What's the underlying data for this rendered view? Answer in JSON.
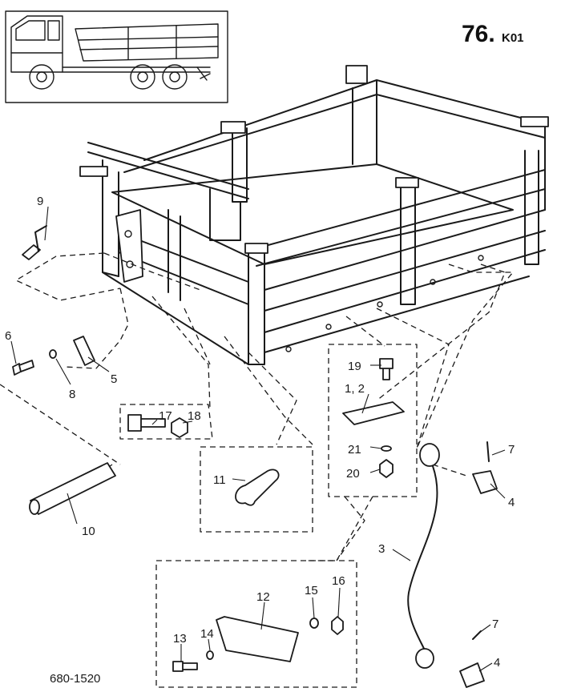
{
  "header": {
    "page_number": "76.",
    "page_suffix": "K01"
  },
  "footer": {
    "drawing_reference": "680-1520"
  },
  "callouts": {
    "p1_2": "1, 2",
    "p3": "3",
    "p4a": "4",
    "p4b": "4",
    "p5": "5",
    "p6": "6",
    "p7a": "7",
    "p7b": "7",
    "p8": "8",
    "p9": "9",
    "p10": "10",
    "p11": "11",
    "p12": "12",
    "p13": "13",
    "p14": "14",
    "p15": "15",
    "p16": "16",
    "p17": "17",
    "p18": "18",
    "p19": "19",
    "p20": "20",
    "p21": "21"
  }
}
